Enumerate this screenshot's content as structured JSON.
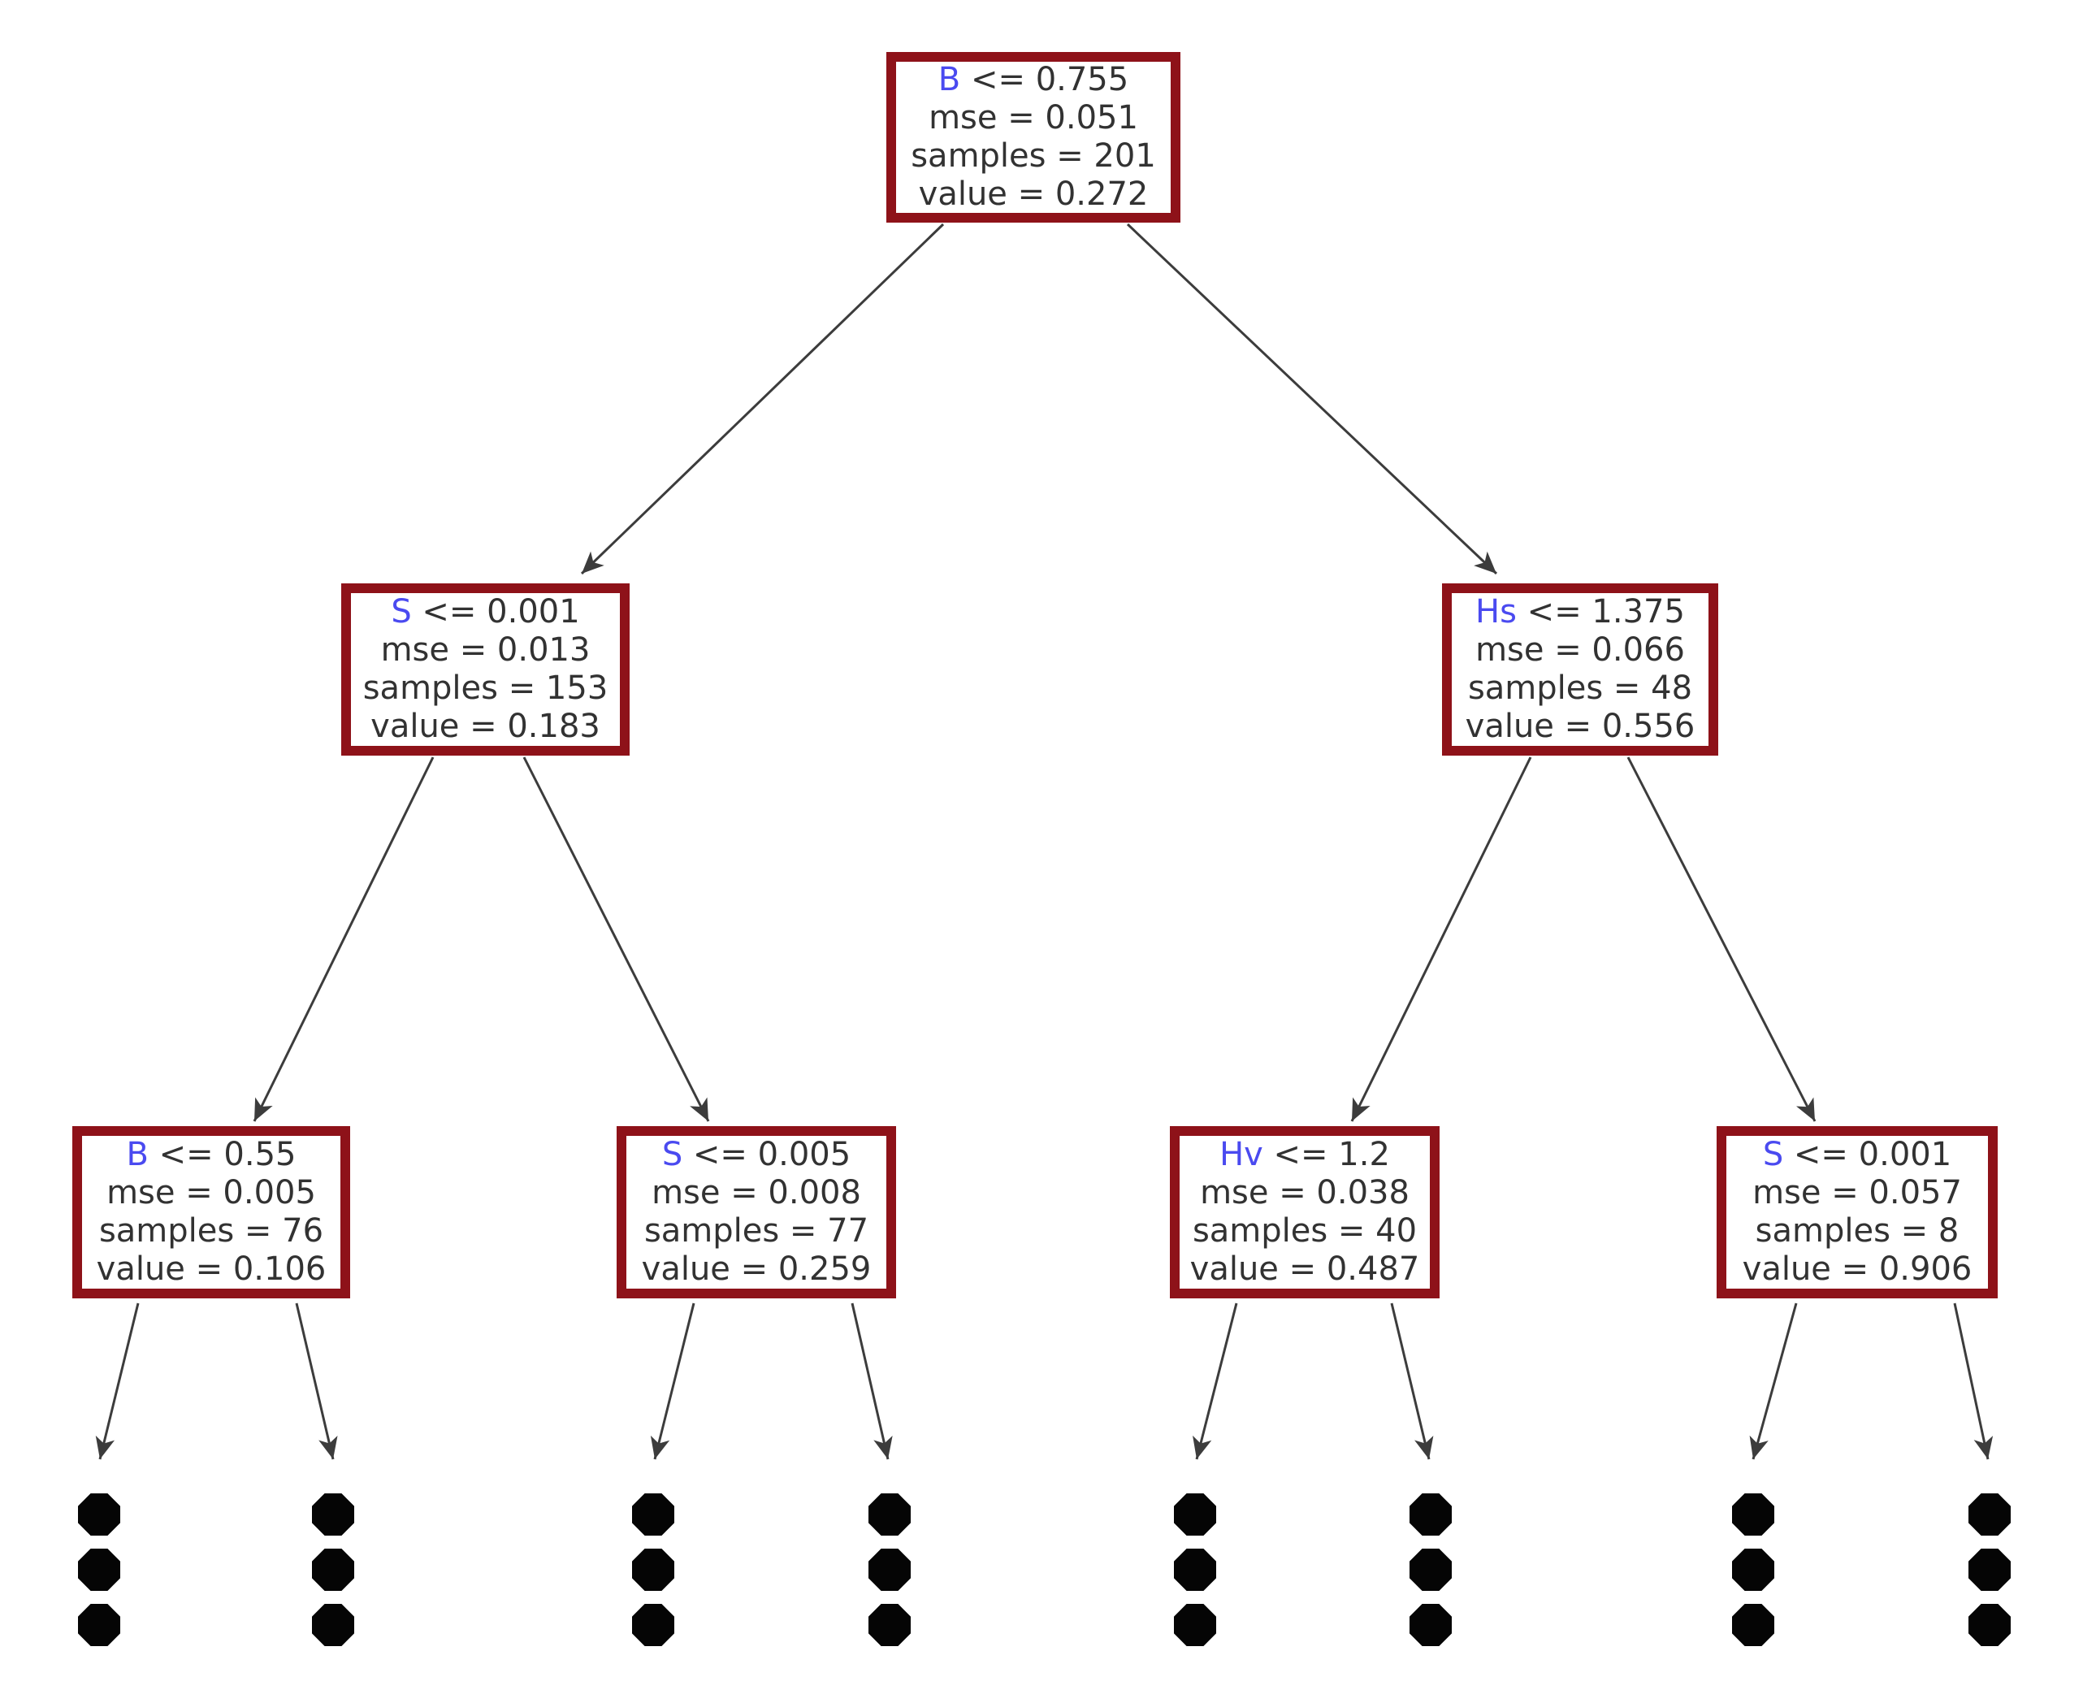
{
  "diagram_type": "decision-tree",
  "colors": {
    "node_border": "#8e1219",
    "node_fill": "#ffffff",
    "feature_text": "#4a4af0",
    "body_text": "#323232",
    "edge": "#3c3c3c",
    "truncation_dot": "#050505",
    "background": "#ffffff"
  },
  "nodes": [
    {
      "id": "root",
      "depth": 0,
      "branch": "root",
      "feature": "B",
      "condition": " <= 0.755",
      "mse_line": "mse = 0.051",
      "samples_line": "samples = 201",
      "value_line": "value = 0.272"
    },
    {
      "id": "depth1-left",
      "depth": 1,
      "branch": "left",
      "parent": "root",
      "feature": "S",
      "condition": " <= 0.001",
      "mse_line": "mse = 0.013",
      "samples_line": "samples = 153",
      "value_line": "value = 0.183"
    },
    {
      "id": "depth1-right",
      "depth": 1,
      "branch": "right",
      "parent": "root",
      "feature": "Hs",
      "condition": " <= 1.375",
      "mse_line": "mse = 0.066",
      "samples_line": "samples = 48",
      "value_line": "value = 0.556"
    },
    {
      "id": "depth2-left-left",
      "depth": 2,
      "branch": "left",
      "parent": "depth1-left",
      "feature": "B",
      "condition": " <= 0.55",
      "mse_line": "mse = 0.005",
      "samples_line": "samples = 76",
      "value_line": "value = 0.106"
    },
    {
      "id": "depth2-left-right",
      "depth": 2,
      "branch": "right",
      "parent": "depth1-left",
      "feature": "S",
      "condition": " <= 0.005",
      "mse_line": "mse = 0.008",
      "samples_line": "samples = 77",
      "value_line": "value = 0.259"
    },
    {
      "id": "depth2-right-left",
      "depth": 2,
      "branch": "left",
      "parent": "depth1-right",
      "feature": "Hv",
      "condition": " <= 1.2",
      "mse_line": "mse = 0.038",
      "samples_line": "samples = 40",
      "value_line": "value = 0.487"
    },
    {
      "id": "depth2-right-right",
      "depth": 2,
      "branch": "right",
      "parent": "depth1-right",
      "feature": "S",
      "condition": " <= 0.001",
      "mse_line": "mse = 0.057",
      "samples_line": "samples = 8",
      "value_line": "value = 0.906"
    }
  ],
  "truncation_markers": {
    "count": 8,
    "dots_per_marker": 3,
    "meaning": "subtree continues (truncated)"
  }
}
